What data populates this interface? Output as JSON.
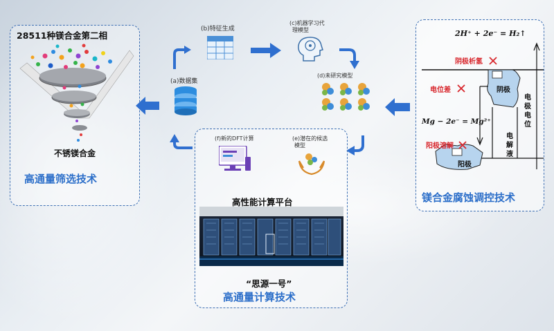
{
  "left": {
    "heading": "28511种镁合金第二相",
    "label": "不锈镁合金",
    "tech": "高通量筛选技术"
  },
  "flow": {
    "dataset": "(a)数据集",
    "feature": "(b)特征生成",
    "ml_line1": "(c)机器学习代",
    "ml_line2": "理模型",
    "unstudied": "(d)未研究模型",
    "dft": "(f)新的DFT计算",
    "candidate_line1": "(e)潜在的候选",
    "candidate_line2": "模型"
  },
  "center": {
    "platform": "高性能计算平台",
    "name": "“思源一号”",
    "tech": "高通量计算技术"
  },
  "right": {
    "eq_top": "2H⁺ + 2e⁻ = H₂↑",
    "hydrogen": "阴极析氢",
    "potential_diff": "电位差",
    "cathode": "阴极",
    "eq_mid": "Mg − 2e⁻ = Mg²⁺",
    "anode_dissolve": "阳极溶解",
    "anode": "阳极",
    "electrolyte": "电解液",
    "electrode_potential": "电极电位",
    "tech": "镁合金腐蚀调控技术"
  },
  "colors": {
    "accent_blue": "#2b6ec9",
    "arrow_blue": "#2f6fcf",
    "label_red": "#d8262c",
    "metal_blue": "#b7d4ee"
  }
}
